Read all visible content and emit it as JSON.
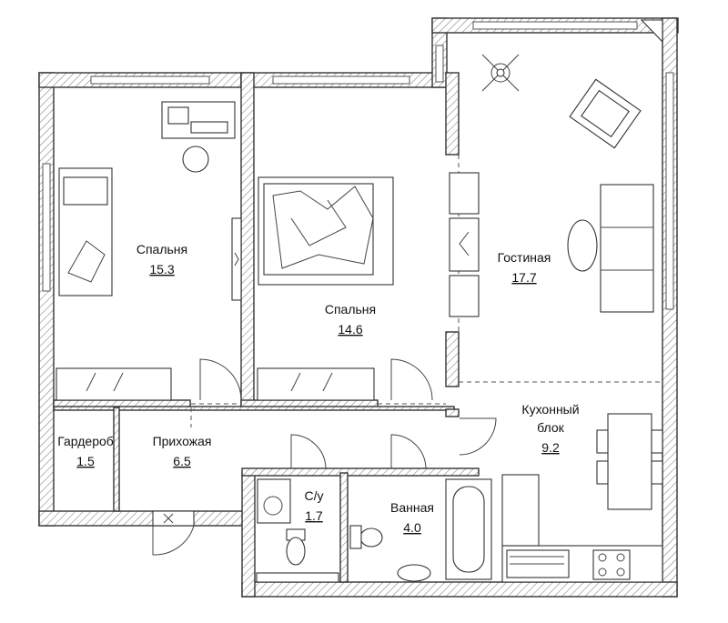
{
  "rooms": [
    {
      "id": "bedroom-1",
      "name": "Спальня",
      "area": "15.3"
    },
    {
      "id": "bedroom-2",
      "name": "Спальня",
      "area": "14.6"
    },
    {
      "id": "living-room",
      "name": "Гостиная",
      "area": "17.7"
    },
    {
      "id": "kitchen",
      "name_line1": "Кухонный",
      "name_line2": "блок",
      "area": "9.2"
    },
    {
      "id": "wardrobe",
      "name": "Гардероб",
      "area": "1.5"
    },
    {
      "id": "hallway",
      "name": "Прихожая",
      "area": "6.5"
    },
    {
      "id": "toilet",
      "name": "С/у",
      "area": "1.7"
    },
    {
      "id": "bathroom",
      "name": "Ванная",
      "area": "4.0"
    }
  ],
  "colors": {
    "wall_stroke": "#333333",
    "hatch": "#888888",
    "background": "#ffffff"
  }
}
